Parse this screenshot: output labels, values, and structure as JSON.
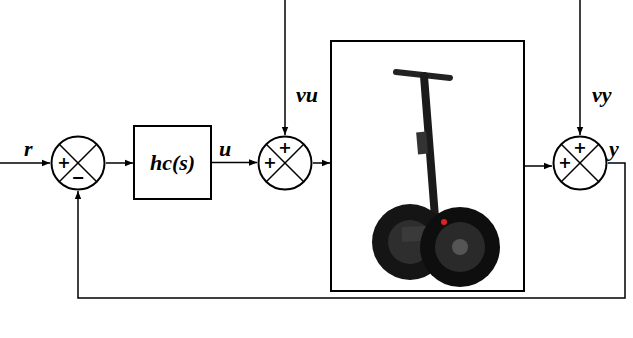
{
  "diagram": {
    "nodes": [
      {
        "text": [
          "+",
          "−"
        ]
      },
      {
        "text": [
          "hc(s)"
        ]
      },
      {
        "text": [
          "+",
          "+"
        ]
      },
      {
        "text": []
      },
      {
        "text": [
          "+",
          "+"
        ]
      }
    ],
    "edges": [
      {
        "from": 0,
        "to": 1,
        "arrow": "to"
      },
      {
        "from": 1,
        "to": 2,
        "arrow": "to",
        "label": "u"
      },
      {
        "from": 2,
        "to": 3,
        "arrow": "to"
      },
      {
        "from": 3,
        "to": 4,
        "arrow": "to"
      },
      {
        "from": 4,
        "to": 0,
        "arrow": "to",
        "label": "y"
      }
    ],
    "labels": [
      "r",
      "vu",
      "vy"
    ]
  }
}
